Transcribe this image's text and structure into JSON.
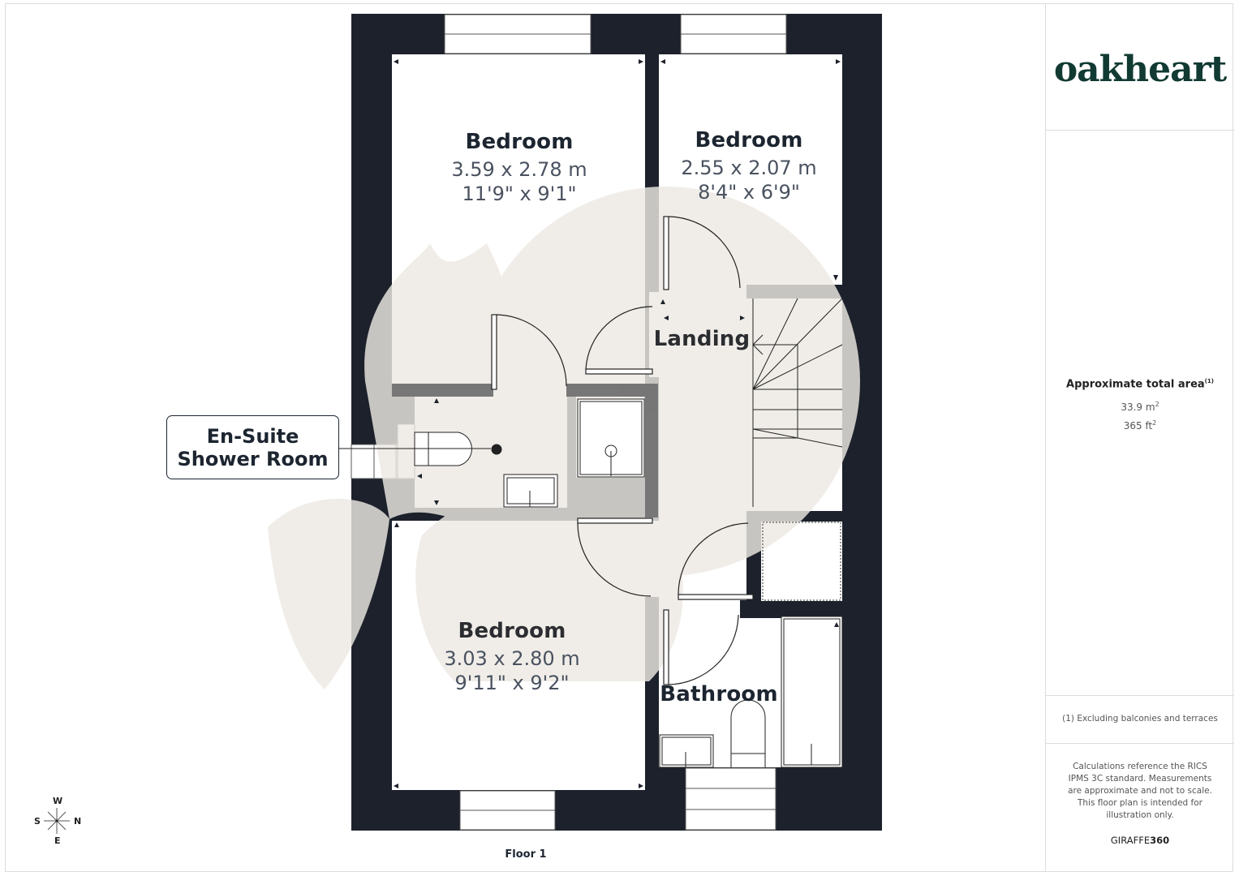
{
  "plan": {
    "floor_label": "Floor 1",
    "rooms": [
      {
        "id": "bedroom-1",
        "name": "Bedroom",
        "metric": "3.59 x 2.78 m",
        "imperial": "11'9\" x 9'1\""
      },
      {
        "id": "bedroom-2",
        "name": "Bedroom",
        "metric": "2.55 x 2.07 m",
        "imperial": "8'4\" x 6'9\""
      },
      {
        "id": "landing",
        "name": "Landing"
      },
      {
        "id": "bedroom-3",
        "name": "Bedroom",
        "metric": "3.03 x 2.80 m",
        "imperial": "9'11\" x 9'2\""
      },
      {
        "id": "bathroom",
        "name": "Bathroom"
      }
    ],
    "callout": {
      "line1": "En-Suite",
      "line2": "Shower Room"
    },
    "compass": {
      "top": "W",
      "left": "S",
      "right": "N",
      "bottom": "E"
    },
    "colors": {
      "wall": "#1c212b",
      "watermark": "#ede9e3",
      "line": "#333333"
    }
  },
  "sidebar": {
    "logo": "oakheart",
    "logo_color": "#113a33",
    "area_title": "Approximate total area",
    "area_footnote_mark": "(1)",
    "area_m2": "33.9 m",
    "area_m2_sup": "2",
    "area_ft2": "365 ft",
    "area_ft2_sup": "2",
    "footnote": "(1) Excluding balconies and terraces",
    "disclaimer": "Calculations reference the RICS IPMS 3C standard. Measurements are approximate and not to scale. This floor plan is intended for illustration only.",
    "brand_light": "GIRAFFE",
    "brand_bold": "360"
  }
}
